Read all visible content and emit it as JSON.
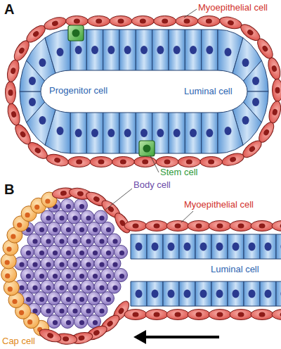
{
  "diagram": {
    "labels": [
      "A",
      "Myoepithelial cell",
      "Luminal cell",
      "Progenitor cell",
      "Stem cell",
      "B",
      "Body cell",
      "Myoepithelial cell",
      "Luminal cell",
      "Cap cell"
    ]
  }
}
